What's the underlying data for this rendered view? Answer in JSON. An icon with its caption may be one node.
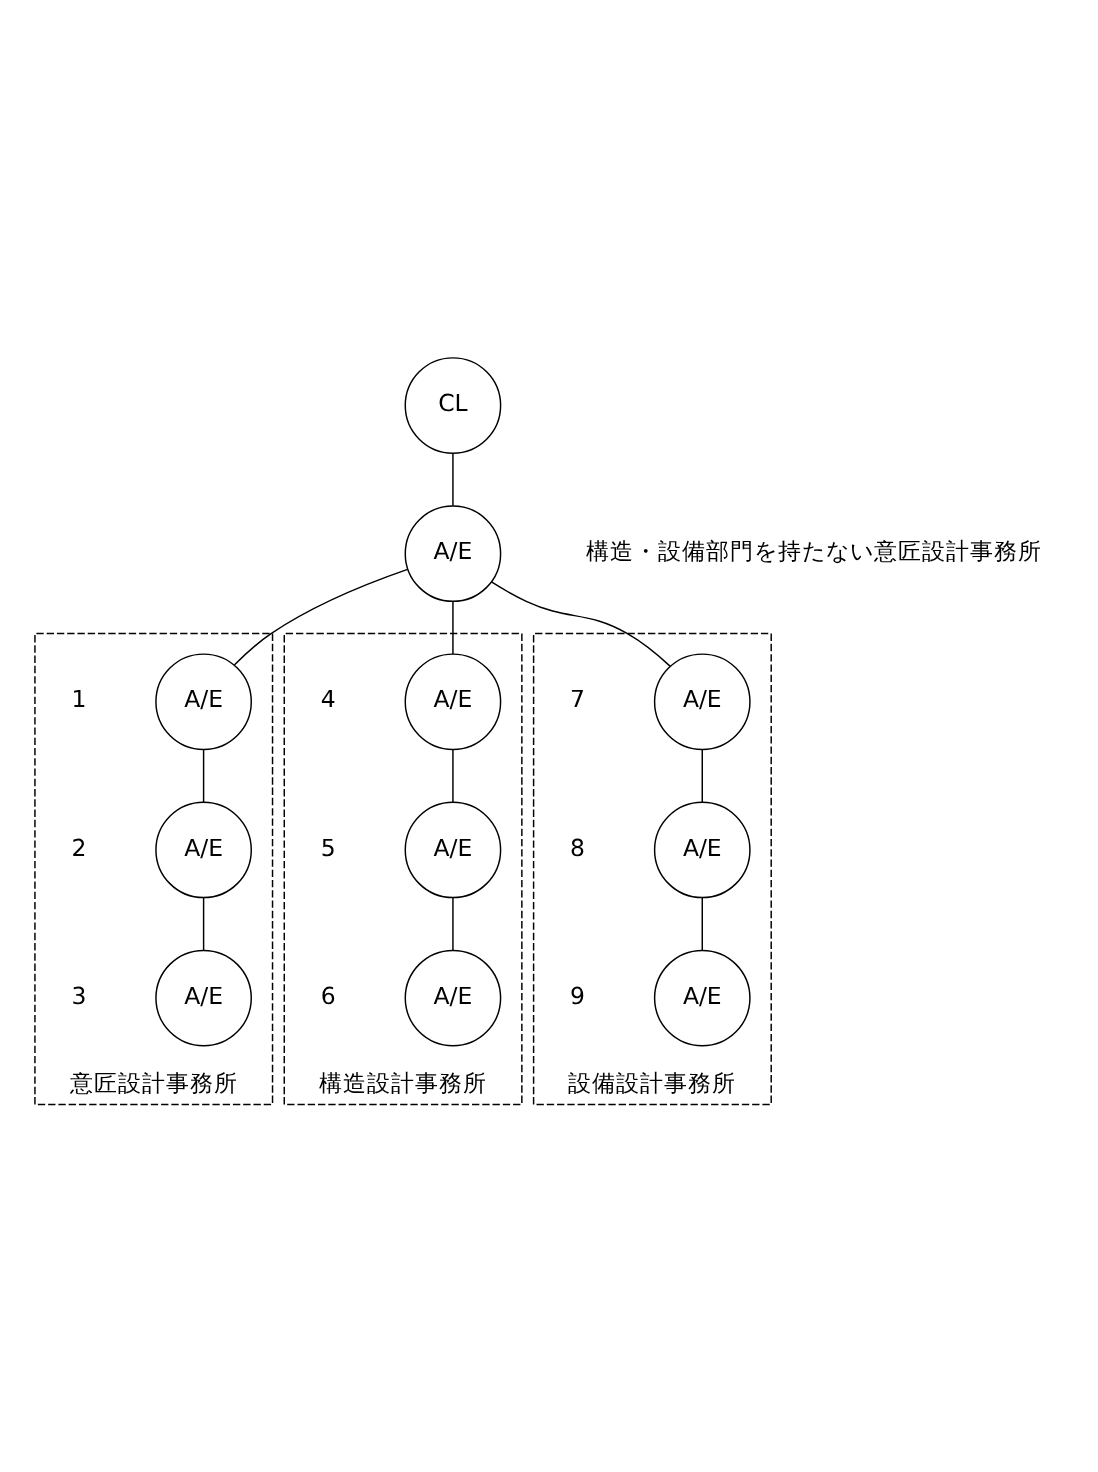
{
  "diagram": {
    "nodes": [
      {
        "text": [
          "CL"
        ]
      },
      {
        "text": [
          "A/E"
        ],
        "beside": [
          "構造・設備部門を持たない意匠設計事務所"
        ]
      },
      {
        "text": [
          "意匠設計事務所"
        ]
      },
      {
        "text": [
          "A/E"
        ],
        "beside": [
          "1"
        ],
        "in": 2
      },
      {
        "text": [
          "A/E"
        ],
        "beside": [
          "2"
        ],
        "in": 2
      },
      {
        "text": [
          "A/E"
        ],
        "beside": [
          "3"
        ],
        "in": 2
      },
      {
        "text": [
          "構造設計事務所"
        ]
      },
      {
        "text": [
          "A/E"
        ],
        "beside": [
          "4"
        ],
        "in": 6
      },
      {
        "text": [
          "A/E"
        ],
        "beside": [
          "5"
        ],
        "in": 6
      },
      {
        "text": [
          "A/E"
        ],
        "beside": [
          "6"
        ],
        "in": 6
      },
      {
        "text": [
          "設備設計事務所"
        ]
      },
      {
        "text": [
          "A/E"
        ],
        "beside": [
          "7"
        ],
        "in": 10
      },
      {
        "text": [
          "A/E"
        ],
        "beside": [
          "8"
        ],
        "in": 10
      },
      {
        "text": [
          "A/E"
        ],
        "beside": [
          "9"
        ],
        "in": 10
      }
    ],
    "edges": [
      {
        "from": 0,
        "to": 1,
        "arrow": "none"
      },
      {
        "from": 1,
        "to": 3,
        "arrow": "none"
      },
      {
        "from": 1,
        "to": 7,
        "arrow": "none"
      },
      {
        "from": 1,
        "to": 11,
        "arrow": "none"
      },
      {
        "from": 3,
        "to": 4,
        "arrow": "none"
      },
      {
        "from": 4,
        "to": 5,
        "arrow": "none"
      },
      {
        "from": 7,
        "to": 8,
        "arrow": "none"
      },
      {
        "from": 8,
        "to": 9,
        "arrow": "none"
      },
      {
        "from": 11,
        "to": 12,
        "arrow": "none"
      },
      {
        "from": 12,
        "to": 13,
        "arrow": "none"
      }
    ]
  }
}
